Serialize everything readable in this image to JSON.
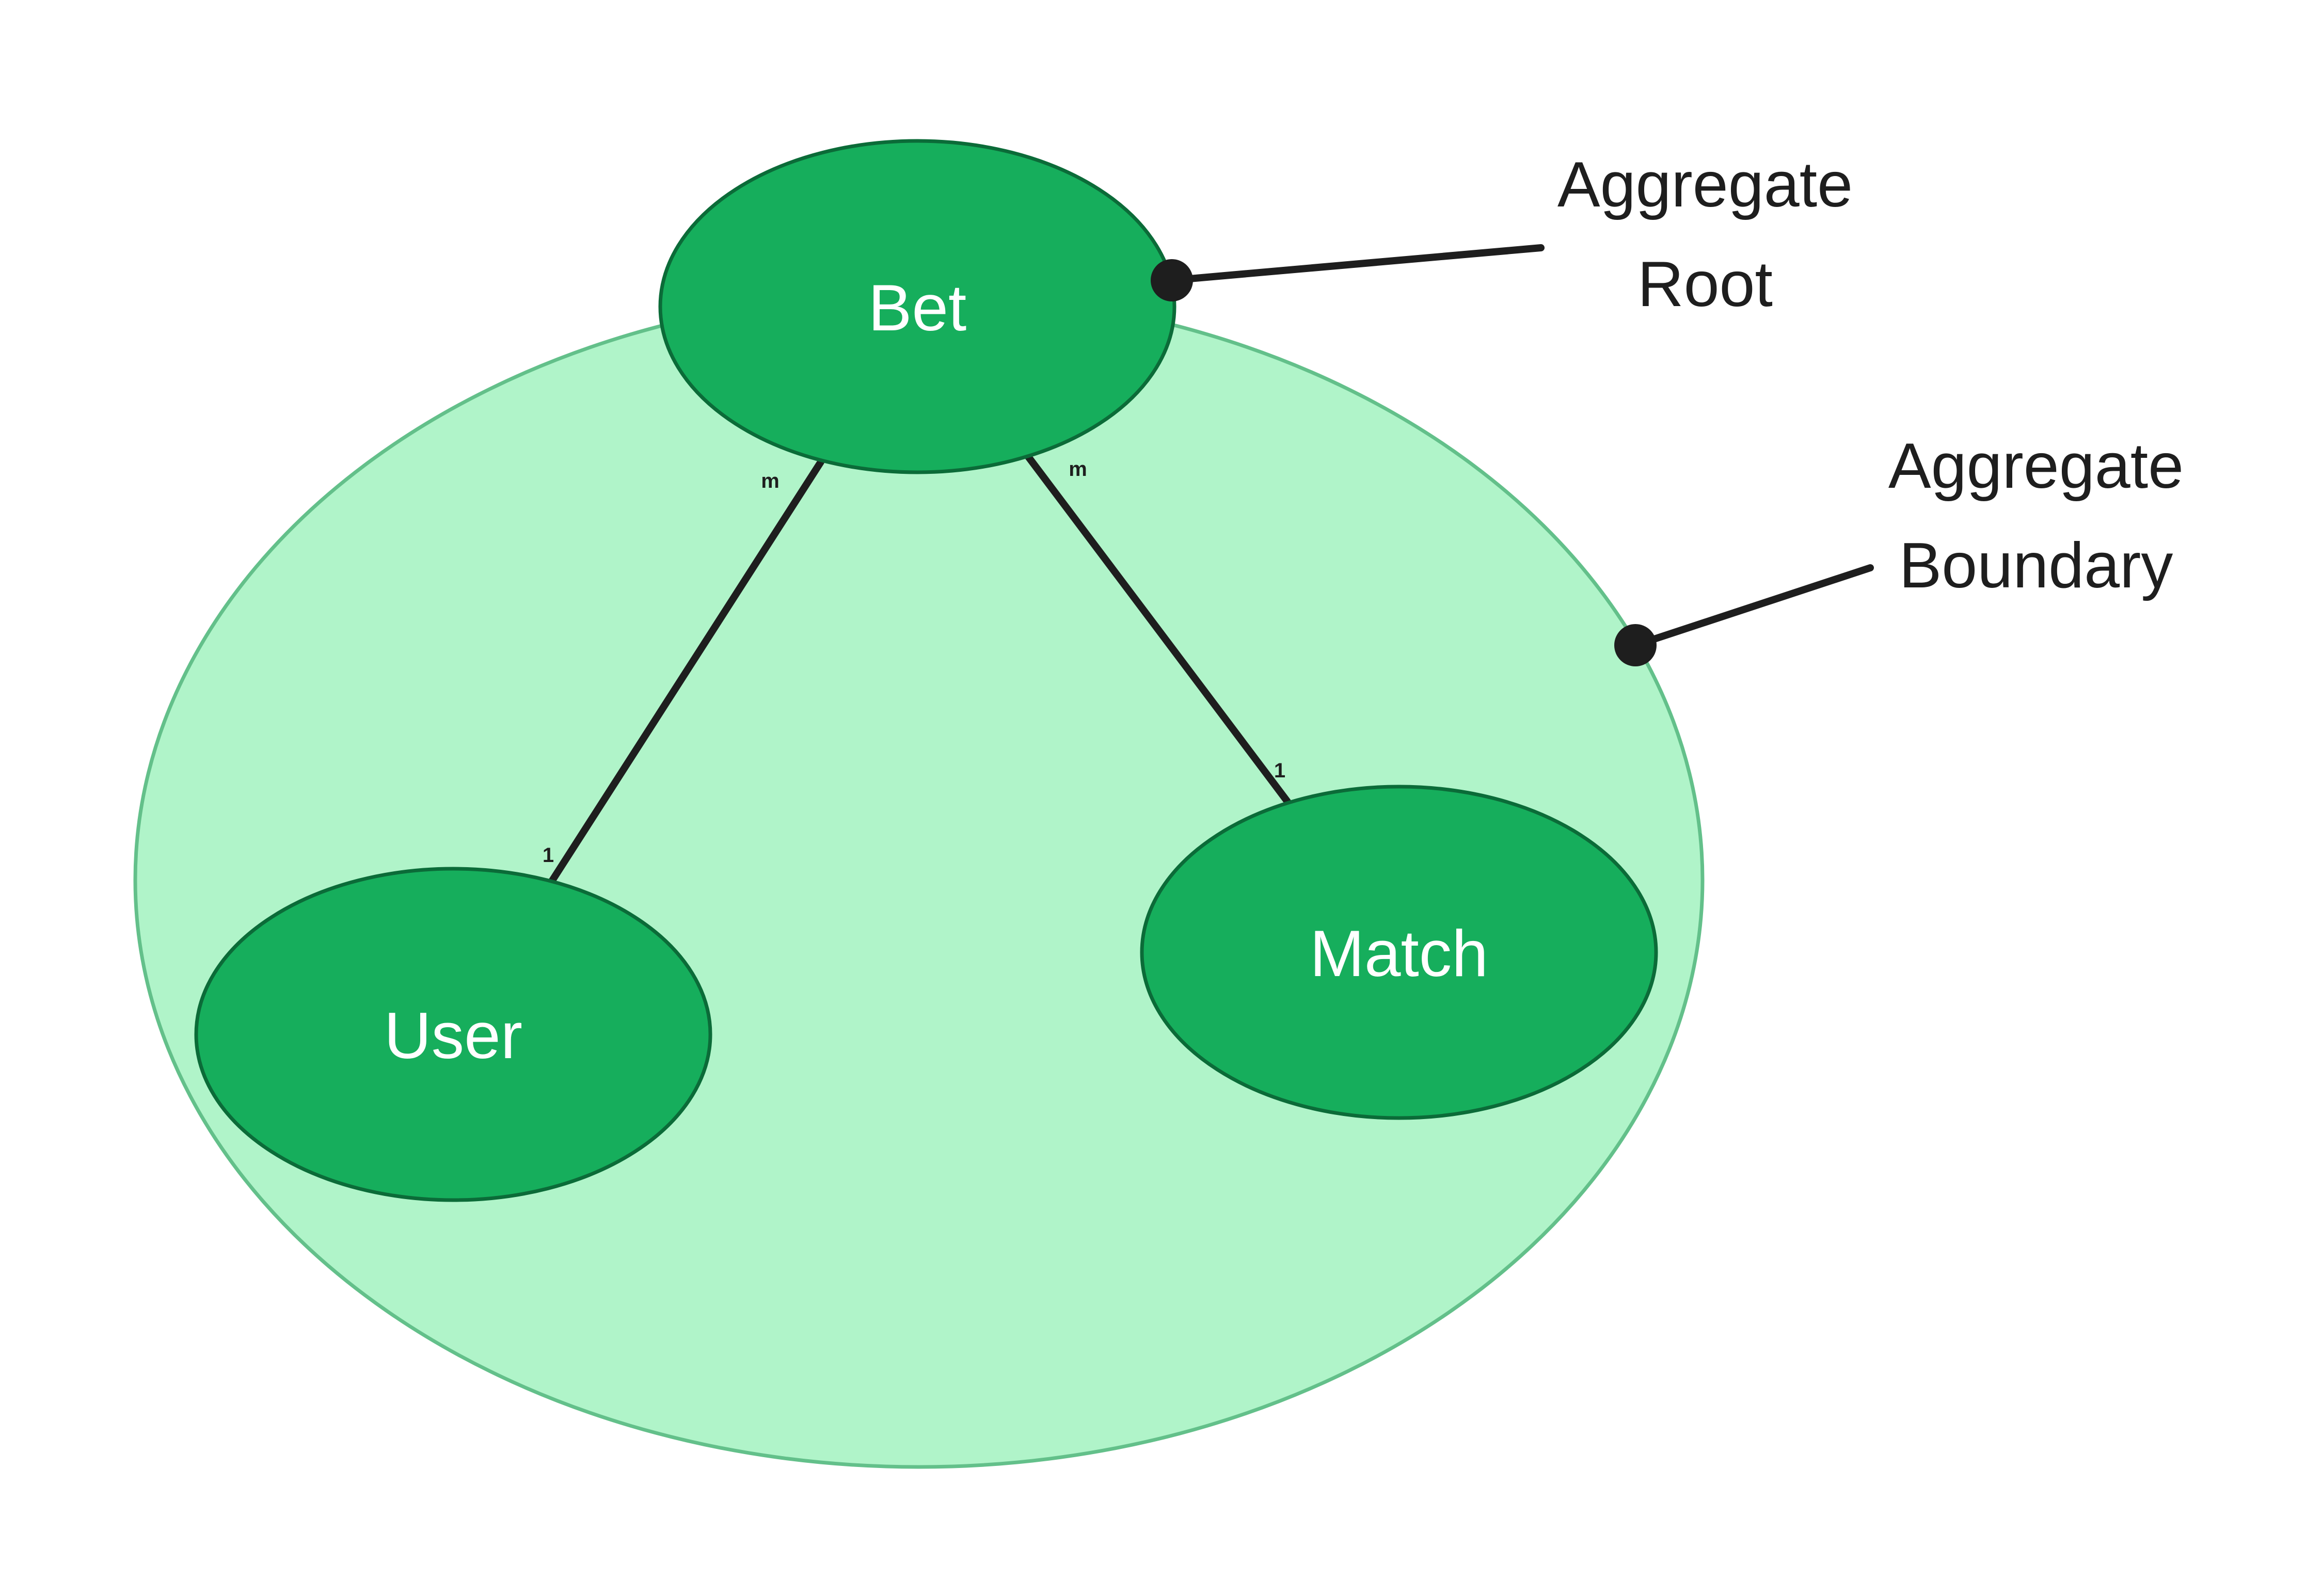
{
  "colors": {
    "boundary_fill": "#b0f4c9",
    "boundary_stroke": "#63c08a",
    "entity_fill": "#16ae5c",
    "entity_stroke": "#0b6b38",
    "line": "#1e1e1e",
    "text_light": "#ffffff",
    "text_dark": "#1e1e1e",
    "background": "#ffffff"
  },
  "entities": {
    "bet": "Bet",
    "user": "User",
    "match": "Match"
  },
  "relations": {
    "bet_user": {
      "from_cardinality": "m",
      "to_cardinality": "1"
    },
    "bet_match": {
      "from_cardinality": "m",
      "to_cardinality": "1"
    }
  },
  "annotations": {
    "aggregate_root": {
      "line1": "Aggregate",
      "line2": "Root"
    },
    "aggregate_boundary": {
      "line1": "Aggregate",
      "line2": "Boundary"
    }
  }
}
